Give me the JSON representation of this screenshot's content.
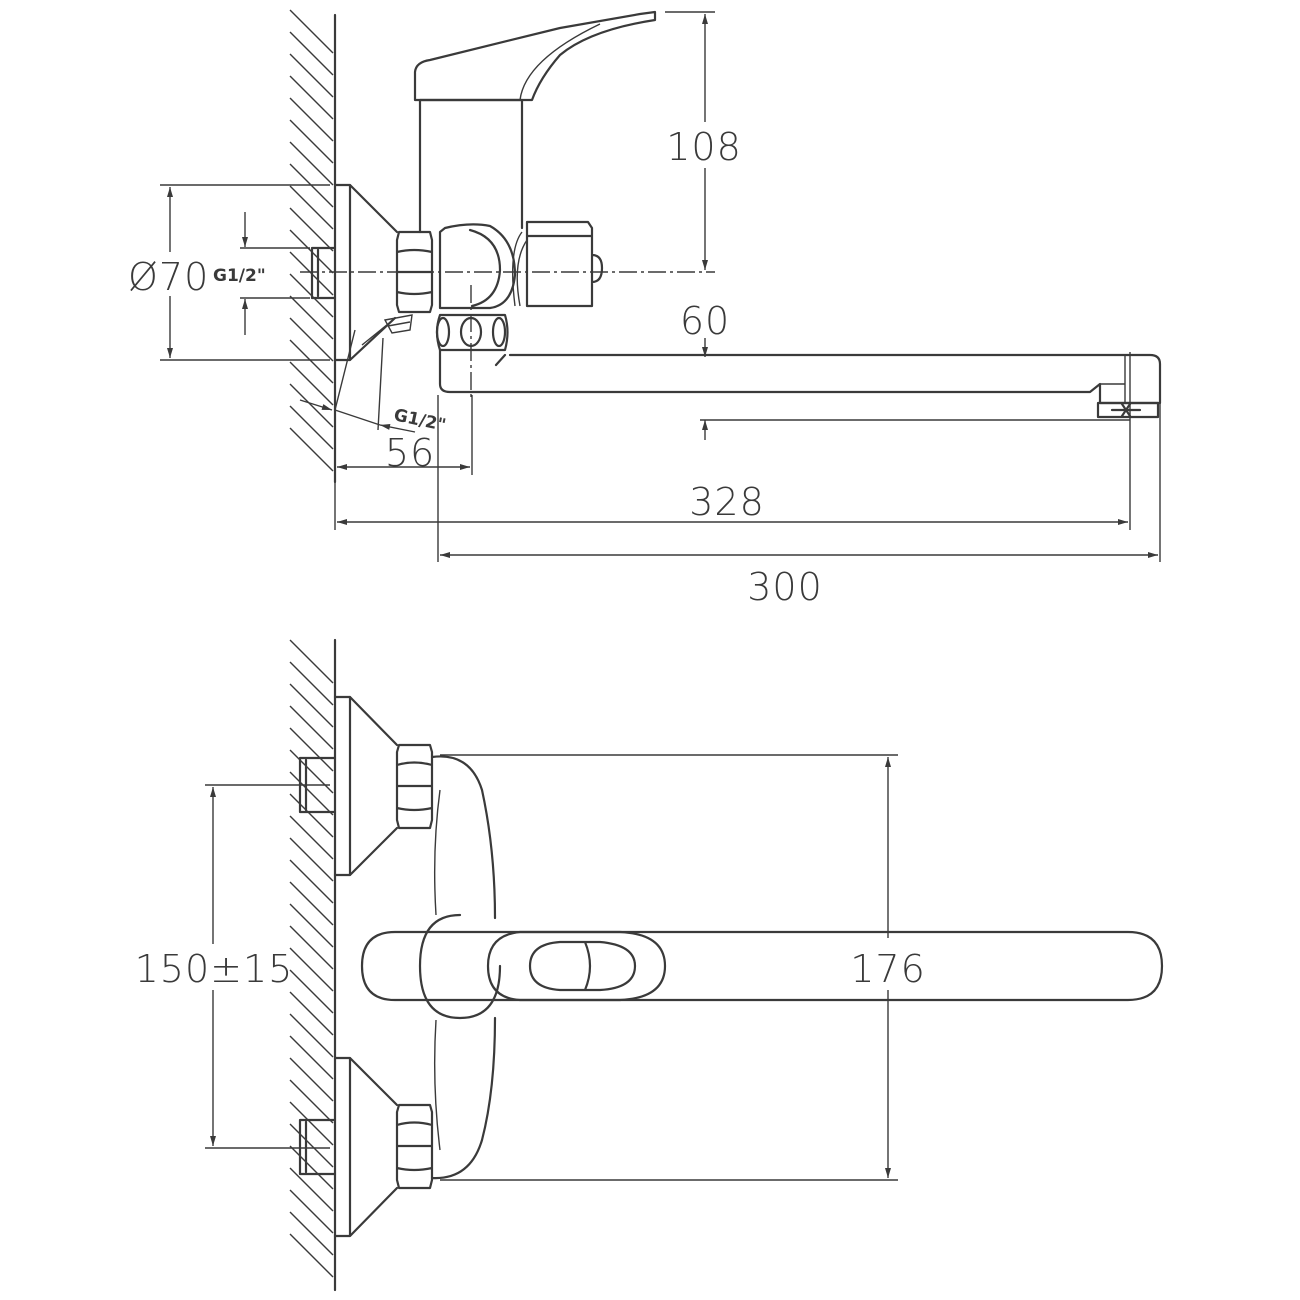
{
  "side_view": {
    "height_handle": "108",
    "flange_diameter": "Ø70",
    "thread_inlet": "G1/2\"",
    "thread_outlet": "G1/2\"",
    "spout_height": "60",
    "wall_to_body": "56",
    "reach_total": "328",
    "spout_length": "300"
  },
  "top_view": {
    "inlet_spacing": "150±15",
    "body_height": "176"
  },
  "colors": {
    "line": "#3a3a3a",
    "background": "#ffffff"
  }
}
